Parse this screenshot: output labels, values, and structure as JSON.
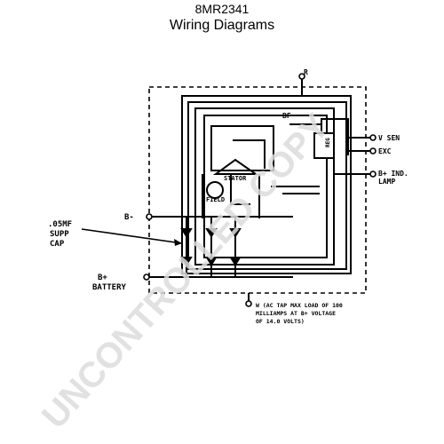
{
  "header": {
    "model_number": "8MR2341",
    "subtitle": "Wiring Diagrams"
  },
  "diagram": {
    "labels": {
      "r": "R",
      "bf": "BF",
      "reg": "REG",
      "v_sen": "V SEN",
      "exc": "EXC",
      "b_plus_ind_lamp_1": "B+ IND.",
      "b_plus_ind_lamp_2": "LAMP",
      "stator": "STATOR",
      "field": "FIELD",
      "b_minus": "B-",
      "supp_cap_1": ".05MF",
      "supp_cap_2": "SUPP",
      "supp_cap_3": "CAP",
      "b_plus_battery_1": "B+",
      "b_plus_battery_2": "BATTERY",
      "ac_tap_1": "W (AC TAP MAX LOAD OF 100",
      "ac_tap_2": "MILLIAMPS AT B+ VOLTAGE",
      "ac_tap_3": "OF 14.0 VOLTS)"
    }
  },
  "watermark": {
    "text": "UNCONTROLLED COPY"
  }
}
